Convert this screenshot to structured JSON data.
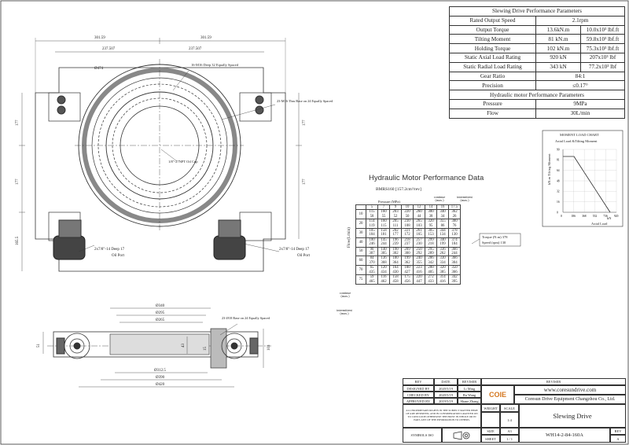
{
  "spec_table": {
    "title": "Slewing Drive Performance Parameters",
    "rows": [
      {
        "label": "Rated Output Speed",
        "value": "2.1rpm"
      },
      {
        "label": "Output Torque",
        "v1": "13.6kN.m",
        "v2": "10.0x10³ lbf.ft"
      },
      {
        "label": "Tilting Moment",
        "v1": "81 kN.m",
        "v2": "59.8x10³ lbf.ft"
      },
      {
        "label": "Holding Torque",
        "v1": "102 kN.m",
        "v2": "75.3x10³ lbf.ft"
      },
      {
        "label": "Static Axial Load Rating",
        "v1": "920 kN",
        "v2": "207x10³ lbf"
      },
      {
        "label": "Static Radial Load Rating",
        "v1": "343 kN",
        "v2": "77.2x10³ lbf"
      },
      {
        "label": "Gear Ratio",
        "value": "84:1"
      },
      {
        "label": "Precision",
        "value": "≤0.17°"
      }
    ],
    "hyd_title": "Hydraulic motor Performance Parameters",
    "hyd_rows": [
      {
        "label": "Pressure",
        "value": "9MPa"
      },
      {
        "label": "Flow",
        "value": "30L/min"
      }
    ]
  },
  "load_chart": {
    "title": "MOMENT LOAD CHART",
    "subtitle": "Axial Load &Tilting Moment",
    "ylabel": "kN.m Tilting Moment",
    "xlabel_unit": "kN",
    "xlabel": "Axial Load",
    "x_ticks": [
      "0",
      "186",
      "368",
      "552",
      "736",
      "920"
    ],
    "y_ticks": [
      "0",
      "16",
      "32",
      "48",
      "64",
      "81",
      "90"
    ]
  },
  "motor": {
    "title": "Hydraulic Motor Performance Data",
    "model": "BMRS160  [157.2cm³/rev]",
    "pressure_label": "Pressure (MPa)",
    "pressures": [
      "5",
      "7",
      "9",
      "10",
      "12",
      "14",
      "16",
      "17.5"
    ],
    "continue_label": "continue (max.)",
    "intermittent_label": "intermittent (max.)",
    "flow_label": "Flow(L/min)",
    "flows": [
      "10",
      "20",
      "30",
      "40",
      "50",
      "60",
      "70",
      "75"
    ],
    "row_continue": "continue (max.)",
    "row_intermittent": "intermittent (max.)",
    "cells": [
      [
        [
          "115",
          "58"
        ],
        [
          "160",
          "55"
        ],
        [
          "203",
          "52"
        ],
        [
          "220",
          "50"
        ],
        [
          "260",
          "44"
        ],
        [
          "300",
          "38"
        ],
        [
          "340",
          "34"
        ],
        [
          "362",
          "26"
        ]
      ],
      [
        [
          "114",
          "119"
        ],
        [
          "160",
          "115"
        ],
        [
          "205",
          "111"
        ],
        [
          "230",
          "108"
        ],
        [
          "265",
          "103"
        ],
        [
          "320",
          "95"
        ],
        [
          "355",
          "86"
        ],
        [
          "380",
          "76"
        ]
      ],
      [
        [
          "105",
          "184"
        ],
        [
          "158",
          "181"
        ],
        [
          "202",
          "177"
        ],
        [
          "221",
          "172"
        ],
        [
          "261",
          "165"
        ],
        [
          "305",
          "153"
        ],
        [
          "344",
          "134"
        ],
        [
          "378",
          "130"
        ]
      ],
      [
        [
          "100",
          "246"
        ],
        [
          "145",
          "244"
        ],
        [
          "196",
          "239"
        ],
        [
          "218",
          "237"
        ],
        [
          "257",
          "230"
        ],
        [
          "299",
          "218"
        ],
        [
          "340",
          "199"
        ],
        [
          "374",
          "184"
        ]
      ],
      [
        [
          "90",
          "307"
        ],
        [
          "140",
          "305"
        ],
        [
          "190",
          "302"
        ],
        [
          "209",
          "300"
        ],
        [
          "250",
          "292"
        ],
        [
          "295",
          "289"
        ],
        [
          "336",
          "262"
        ],
        [
          "366",
          "244"
        ]
      ],
      [
        [
          "84",
          "370"
        ],
        [
          "136",
          "368"
        ],
        [
          "180",
          "364"
        ],
        [
          "199",
          "362"
        ],
        [
          "240",
          "355"
        ],
        [
          "286",
          "342"
        ],
        [
          "330",
          "334"
        ],
        [
          "366",
          "304"
        ]
      ],
      [
        [
          "65",
          "435"
        ],
        [
          "120",
          "434"
        ],
        [
          "164",
          "430"
        ],
        [
          "180",
          "427"
        ],
        [
          "223",
          "416"
        ],
        [
          "280",
          "405"
        ],
        [
          "320",
          "385"
        ],
        [
          "350",
          "366"
        ]
      ],
      [
        [
          "59",
          "465"
        ],
        [
          "116",
          "462"
        ],
        [
          "158",
          "458"
        ],
        [
          "175",
          "456"
        ],
        [
          "220",
          "447"
        ],
        [
          "272",
          "433"
        ],
        [
          "314",
          "416"
        ],
        [
          "342",
          "395"
        ]
      ]
    ],
    "callout_torque": "Torque (N.m) 378",
    "callout_speed": "Speed (rpm) 130"
  },
  "dimensions": {
    "top_left": "301.59",
    "top_right": "301.59",
    "inner_left": "237.507",
    "inner_right": "237.507",
    "dia_top": "Ø474",
    "holes_top": "16-M16 Deep 32 Equally Spaced",
    "holes_right": "23-M16 Thru Base on 24 Equally Spaced",
    "oil_cup": "1/8\"-27NPT Oil Cup",
    "left_h1": "177",
    "left_h2": "177",
    "left_h3": "165.5",
    "right_h1": "177",
    "right_h2": "177",
    "oil_left": "2x7/8\"-14 Deep 17",
    "oil_left_label": "Oil Port",
    "oil_right": "2x7/8\"-14 Deep 17",
    "oil_right_label": "Oil Port",
    "sec_d340": "Ø340",
    "sec_d295": "Ø295",
    "sec_d265": "Ø265",
    "sec_holes": "23-Ø18 Base on 24 Equally Spaced",
    "sec_d312": "Ø312.5",
    "sec_d390": "Ø390",
    "sec_d420": "Ø420",
    "sec_h51": "51",
    "sec_h43": "43",
    "sec_h15": "15",
    "sec_h103": "103"
  },
  "title_block": {
    "col_rev": "REV",
    "col_date": "DATE",
    "col_reviser": "REVISER",
    "col_reviser2": "REVISER",
    "designed_by": "DESIGNED BY",
    "designed_date": "2020/5/19",
    "designed_name": "Li Ming",
    "checked_by": "CHECKED BY",
    "checked_date": "2020/5/19",
    "checked_name": "Ru Wang",
    "approved_by": "APPROVED BY",
    "approved_date": "2019/5/19",
    "approved_name": "Shane Zhang",
    "notice": "ALL PROPRIETARY RIGHTS IN THE SUBJECT MATTER HERE OF ARE RESERVED, AND IN CONSIDERATION GRANTED ON TO CONCLUDE OTHERWISE THE PRINT IN WHOLE OR IN PART, ANY OF THE INFORMATION TO OTHERS.",
    "symbols": "SYMBOLS ISO",
    "logo": "COIE",
    "website": "www.coresundrive.com",
    "company": "Coresun Drive Equipment Changzhou Co., Ltd.",
    "weight": "WEIGHT",
    "scale": "SCALE",
    "scale_val": "1:4",
    "product": "Slewing Drive",
    "size": "SIZE",
    "size_val": "A3",
    "sheet": "SHEET",
    "sheet_val": "1 / 1",
    "part_no": "WH14-2-84-160A",
    "rev": "REV",
    "rev_val": "A"
  }
}
